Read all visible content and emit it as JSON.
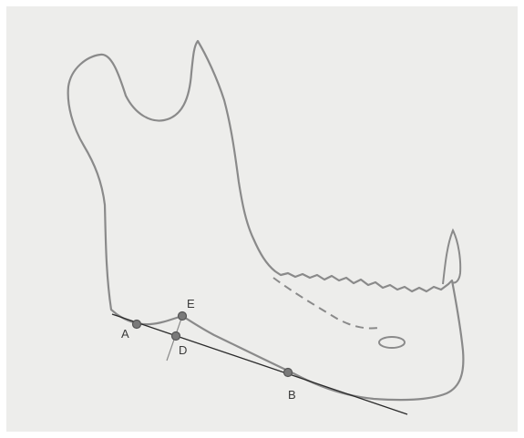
{
  "points": [
    {
      "id": "A",
      "label": "A"
    },
    {
      "id": "B",
      "label": "B"
    },
    {
      "id": "D",
      "label": "D"
    },
    {
      "id": "E",
      "label": "E"
    }
  ],
  "colors": {
    "outline": "#8a8a8a",
    "line": "#2a2a2a",
    "point_fill": "#7a7a7a",
    "point_stroke": "#555555"
  }
}
